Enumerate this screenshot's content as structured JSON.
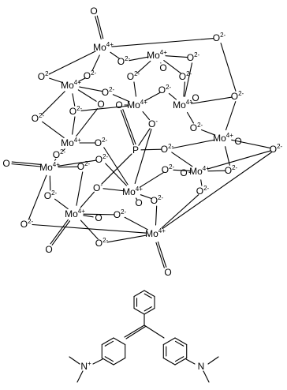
{
  "structure": {
    "labels": {
      "molybdenum": "Mo",
      "oxygen": "O",
      "phosphorus": "P",
      "nitrogen": "N",
      "mo_charge": "4+",
      "o_charge": "2-",
      "o_single_charge": "-",
      "n_charge": "+"
    },
    "colors": {
      "ink": "#000000",
      "background": "#ffffff"
    }
  }
}
